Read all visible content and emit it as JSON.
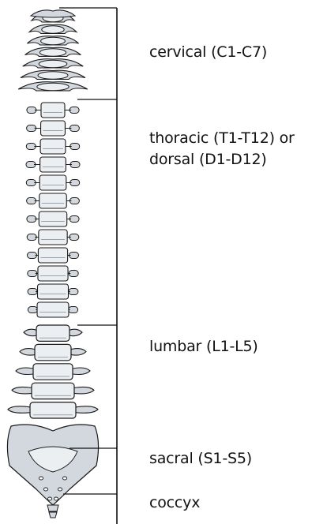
{
  "regions": [
    {
      "id": "cervical",
      "lines": [
        "cervical (C1-C7)"
      ]
    },
    {
      "id": "thoracic",
      "lines": [
        "thoracic (T1-T12) or",
        "dorsal (D1-D12)"
      ]
    },
    {
      "id": "lumbar",
      "lines": [
        "lumbar (L1-L5)"
      ]
    },
    {
      "id": "sacral",
      "lines": [
        "sacral (S1-S5)"
      ]
    },
    {
      "id": "coccyx",
      "lines": [
        "coccyx"
      ]
    }
  ],
  "colors": {
    "bone_light": "#eceff2",
    "bone_mid": "#d3d8de",
    "bone_shadow": "#9aa2ab",
    "outline": "#1a1a1a",
    "bracket": "#111111"
  }
}
